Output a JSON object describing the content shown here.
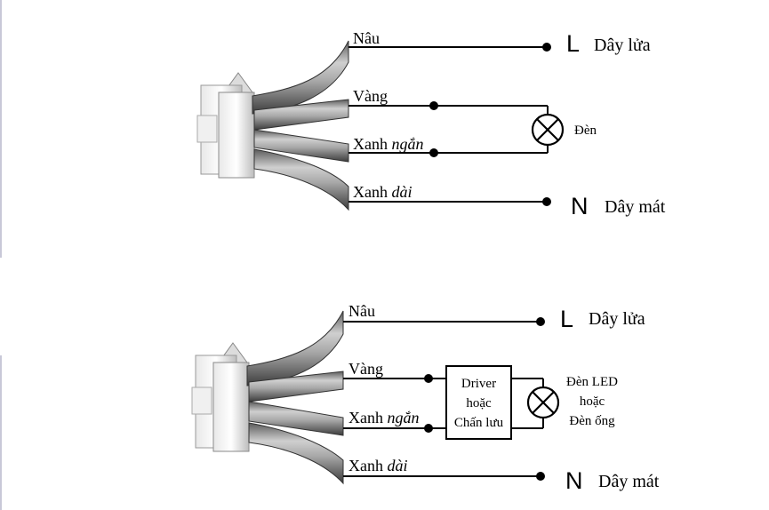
{
  "diagram1": {
    "wires": {
      "brown": "Nâu",
      "yellow": "Vàng",
      "blue_short_a": "Xanh",
      "blue_short_b": "ngắn",
      "blue_long_a": "Xanh",
      "blue_long_b": "dài"
    },
    "terminals": {
      "L": "L",
      "line_label": "Dây lửa",
      "N": "N",
      "neutral_label": "Dây mát"
    },
    "lamp_label": "Đèn"
  },
  "diagram2": {
    "wires": {
      "brown": "Nâu",
      "yellow": "Vàng",
      "blue_short_a": "Xanh",
      "blue_short_b": "ngắn",
      "blue_long_a": "Xanh",
      "blue_long_b": "dài"
    },
    "terminals": {
      "L": "L",
      "line_label": "Dây lửa",
      "N": "N",
      "neutral_label": "Dây mát"
    },
    "driver_box": [
      "Driver",
      "hoặc",
      "Chấn lưu"
    ],
    "lamp_label": [
      "Đèn LED",
      "hoặc",
      "Đèn ống"
    ]
  },
  "colors": {
    "cable_light": "#c4c4c4",
    "cable_dark": "#4a4a4a",
    "line": "#000000"
  }
}
